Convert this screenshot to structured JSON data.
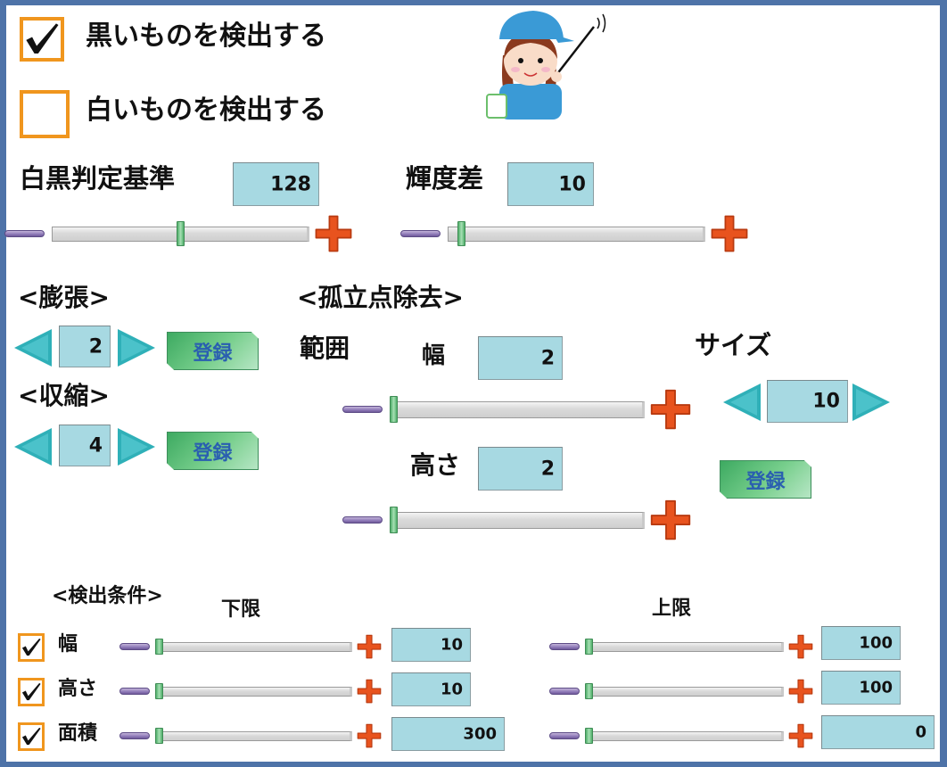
{
  "mode_options": [
    {
      "label": "黒いものを検出する",
      "checked": true
    },
    {
      "label": "白いものを検出する",
      "checked": false
    }
  ],
  "threshold": {
    "label": "白黒判定基準",
    "value": "128",
    "min": 0,
    "max": 255,
    "fraction": 0.5
  },
  "brightness_diff": {
    "label": "輝度差",
    "value": "10",
    "fraction": 0.04
  },
  "dilation": {
    "label": "<膨張>",
    "value": "2",
    "register_label": "登録"
  },
  "erosion": {
    "label": "<収縮>",
    "value": "4",
    "register_label": "登録"
  },
  "isolated_point_removal": {
    "label": "<孤立点除去>",
    "range_label": "範囲",
    "width": {
      "label": "幅",
      "value": "2",
      "fraction": 0.0
    },
    "height": {
      "label": "高さ",
      "value": "2",
      "fraction": 0.0
    },
    "size": {
      "label": "サイズ",
      "value": "10"
    },
    "register_label": "登録"
  },
  "detection_conditions": {
    "label": "<検出条件>",
    "lower_label": "下限",
    "upper_label": "上限",
    "rows": [
      {
        "label": "幅",
        "checked": true,
        "lower": "10",
        "lower_fraction": 0.0,
        "upper": "100",
        "upper_fraction": 0.0
      },
      {
        "label": "高さ",
        "checked": true,
        "lower": "10",
        "lower_fraction": 0.0,
        "upper": "100",
        "upper_fraction": 0.0
      },
      {
        "label": "面積",
        "checked": true,
        "lower": "300",
        "lower_fraction": 0.0,
        "upper": "0",
        "upper_fraction": 0.0
      }
    ]
  },
  "icons": {
    "check": "checkmark-icon",
    "minus": "minus-icon",
    "plus": "plus-icon",
    "left": "triangle-left-icon",
    "right": "triangle-right-icon",
    "mascot": "worker-girl-pointer-illustration"
  },
  "colors": {
    "frame": "#4e73a8",
    "checkbox_border": "#f0961e",
    "value_box": "#a7d9e2",
    "slider_thumb": "#4fae6a",
    "plus": "#e8531e",
    "minus": "#8f7ab8",
    "arrow": "#2fb0b8",
    "register_text": "#2a5fb0"
  }
}
